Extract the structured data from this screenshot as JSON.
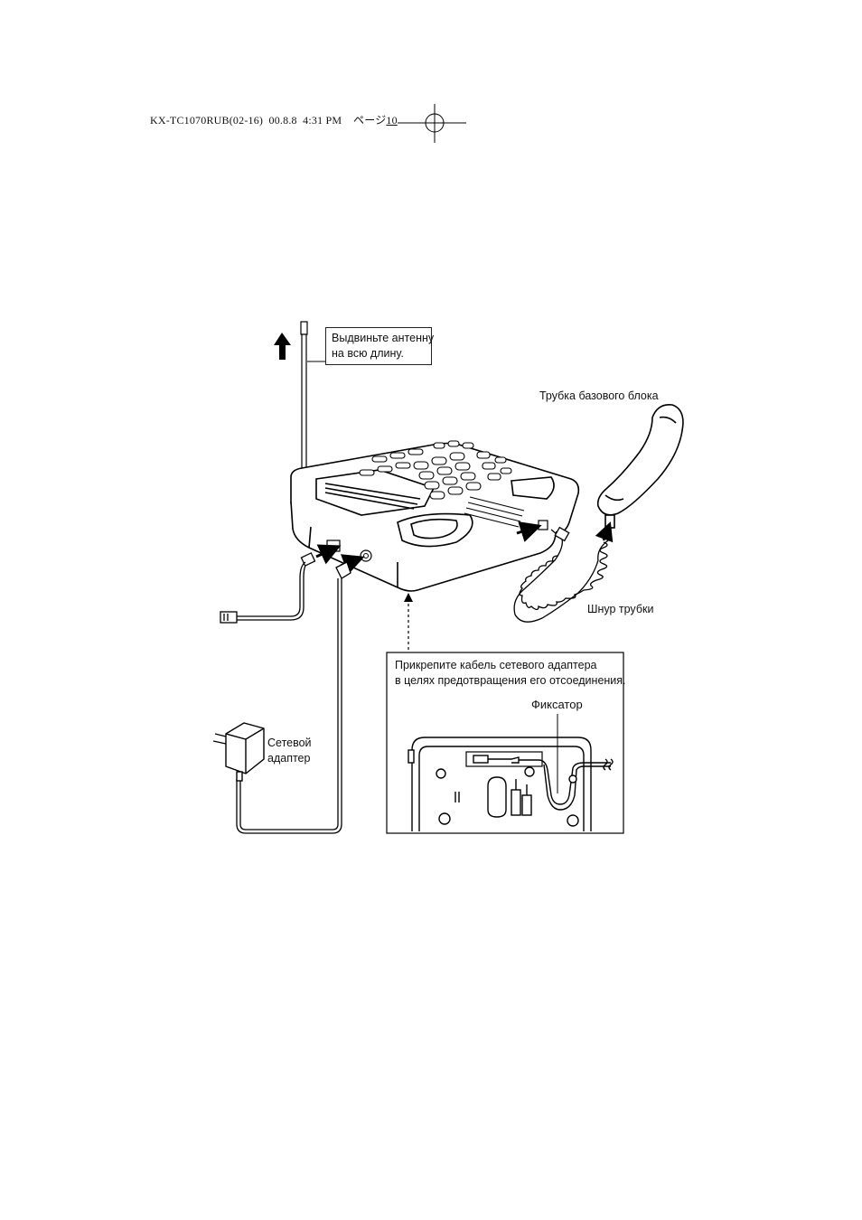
{
  "print_header": {
    "model_code": "KX-TC1070RUB(02-16)",
    "date": "00.8.8",
    "time": "4:31 PM",
    "page_word": "ページ",
    "page_number": "10"
  },
  "labels": {
    "antenna_line1": "Выдвиньте антенну",
    "antenna_line2": "на всю длину.",
    "handset": "Трубка базового блока",
    "handset_cord": "Шнур трубки",
    "adapter_line1": "Сетевой",
    "adapter_line2": "адаптер"
  },
  "inset": {
    "instruction_line1": "Прикрепите кабель сетевого адаптера",
    "instruction_line2": "в целях предотвращения его отсоединения.",
    "hook_label": "Фиксатор"
  },
  "icons": [
    "registration-crosshair-icon",
    "arrow-up-icon",
    "arrow-right-icon",
    "arrow-up-right-icon"
  ]
}
